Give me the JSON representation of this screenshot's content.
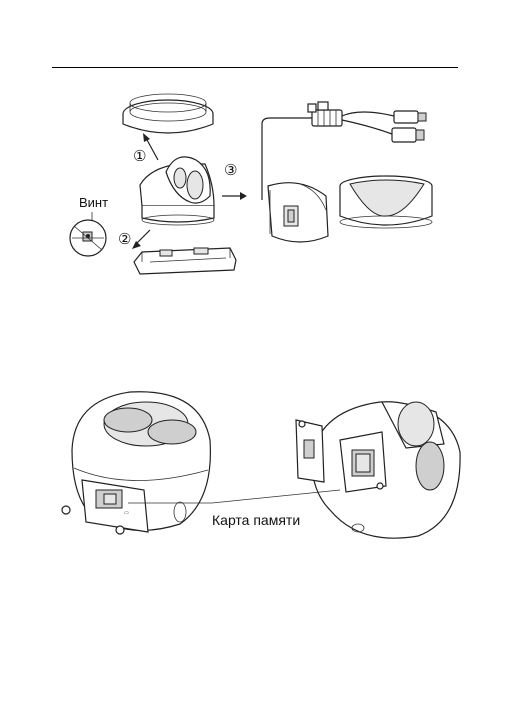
{
  "figure_top": {
    "screw_label": "Винт",
    "step_1": "①",
    "step_2": "②",
    "step_3": "③"
  },
  "figure_bottom": {
    "memory_card_label": "Карта памяти"
  }
}
